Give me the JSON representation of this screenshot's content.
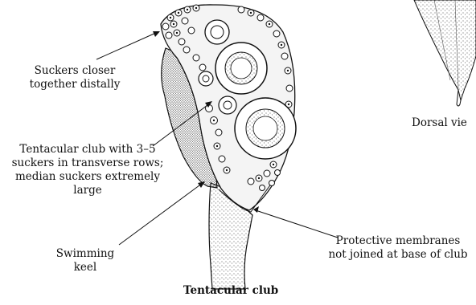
{
  "labels": {
    "suckers_closer": [
      "Suckers closer",
      "together distally"
    ],
    "club_rows": [
      "Tentacular club with 3–5",
      "suckers in transverse rows;",
      "median suckers extremely",
      "large"
    ],
    "swimming_keel": [
      "Swimming",
      "keel"
    ],
    "protective_membranes": [
      "Protective membranes",
      "not joined at base of club"
    ],
    "dorsal_view": "Dorsal vie"
  },
  "caption": "Tentacular club",
  "colors": {
    "ink": "#111111",
    "stipple": "#3a3a3a",
    "paper": "#ffffff"
  }
}
